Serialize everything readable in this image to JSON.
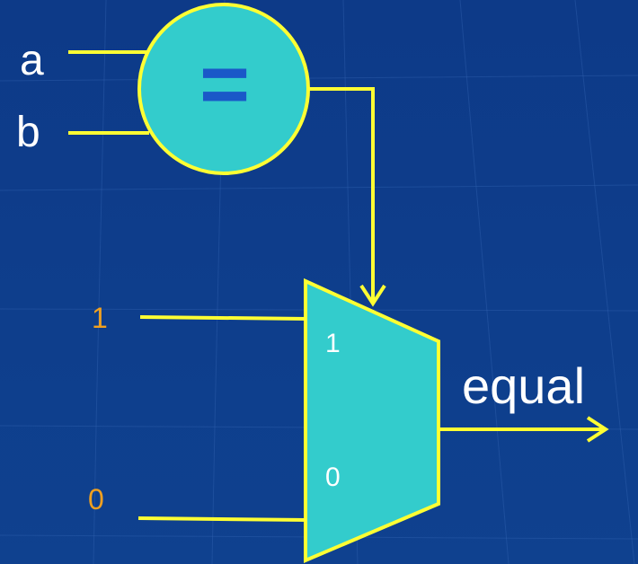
{
  "diagram": {
    "inputs": {
      "a": "a",
      "b": "b"
    },
    "comparator": {
      "symbol": "="
    },
    "mux": {
      "input_1_label": "1",
      "input_0_label": "0"
    },
    "constants": {
      "one": "1",
      "zero": "0"
    },
    "output": {
      "label": "equal"
    }
  },
  "colors": {
    "background": "#0e3d8c",
    "wire": "#ffff33",
    "component_fill": "#33cccc",
    "symbol": "#1a58c8",
    "constant_text": "#f0a020",
    "text": "#ffffff"
  }
}
